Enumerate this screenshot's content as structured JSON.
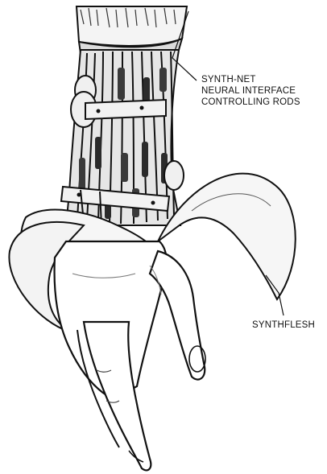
{
  "labels": {
    "synth_net": [
      "SYNTH-NET",
      "NEURAL INTERFACE",
      "CONTROLLING RODS"
    ],
    "synthflesh": "SYNTHFLESH"
  },
  "colors": {
    "ink": "#111111",
    "paper": "#ffffff",
    "shade": "#4a4a4a"
  }
}
